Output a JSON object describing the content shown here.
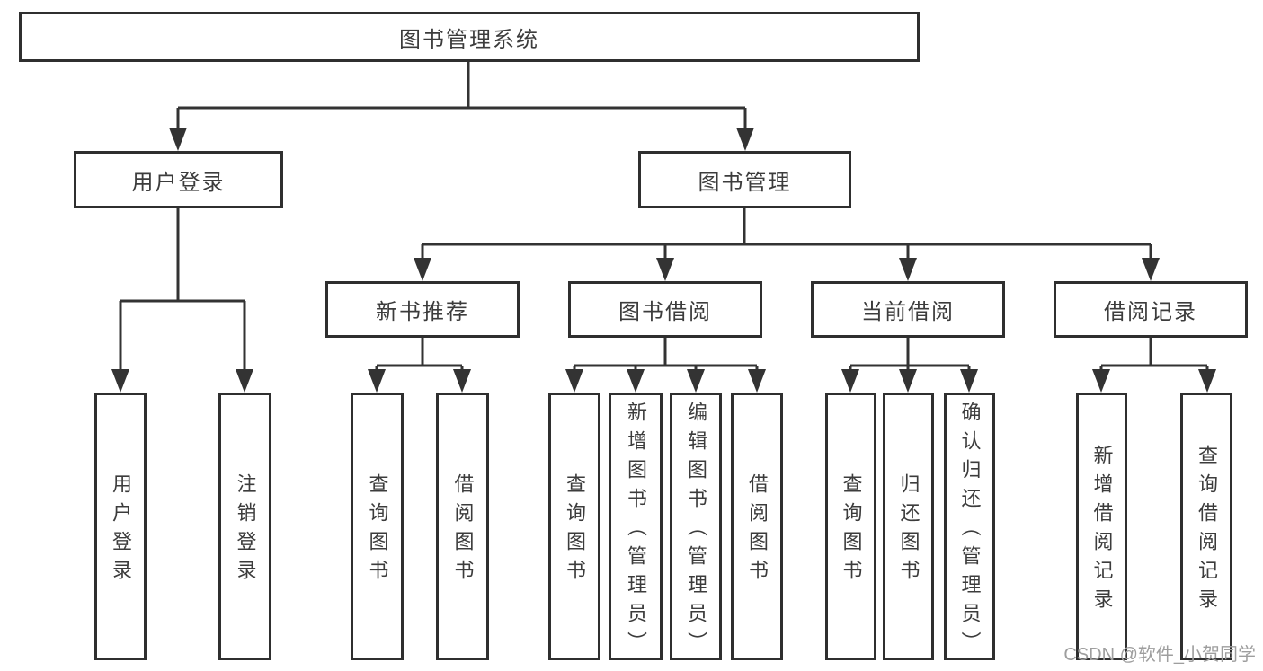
{
  "diagram": {
    "root": {
      "label": "图书管理系统"
    },
    "branches": [
      {
        "label": "用户登录",
        "children": [
          {
            "label": "用户登录"
          },
          {
            "label": "注销登录"
          }
        ]
      },
      {
        "label": "图书管理",
        "children": [
          {
            "label": "新书推荐",
            "children": [
              {
                "label": "查询图书"
              },
              {
                "label": "借阅图书"
              }
            ]
          },
          {
            "label": "图书借阅",
            "children": [
              {
                "label": "查询图书"
              },
              {
                "label": "新增图书（管理员）"
              },
              {
                "label": "编辑图书（管理员）"
              },
              {
                "label": "借阅图书"
              }
            ]
          },
          {
            "label": "当前借阅",
            "children": [
              {
                "label": "查询图书"
              },
              {
                "label": "归还图书"
              },
              {
                "label": "确认归还（管理员）"
              }
            ]
          },
          {
            "label": "借阅记录",
            "children": [
              {
                "label": "新增借阅记录"
              },
              {
                "label": "查询借阅记录"
              }
            ]
          }
        ]
      }
    ]
  },
  "watermark": {
    "text": "CSDN @软件_小贺同学",
    "color": "#9e9e9e"
  },
  "colors": {
    "line": "#333333",
    "border": "#2f2f2f",
    "text": "#3c3c3c",
    "background": "#ffffff"
  }
}
